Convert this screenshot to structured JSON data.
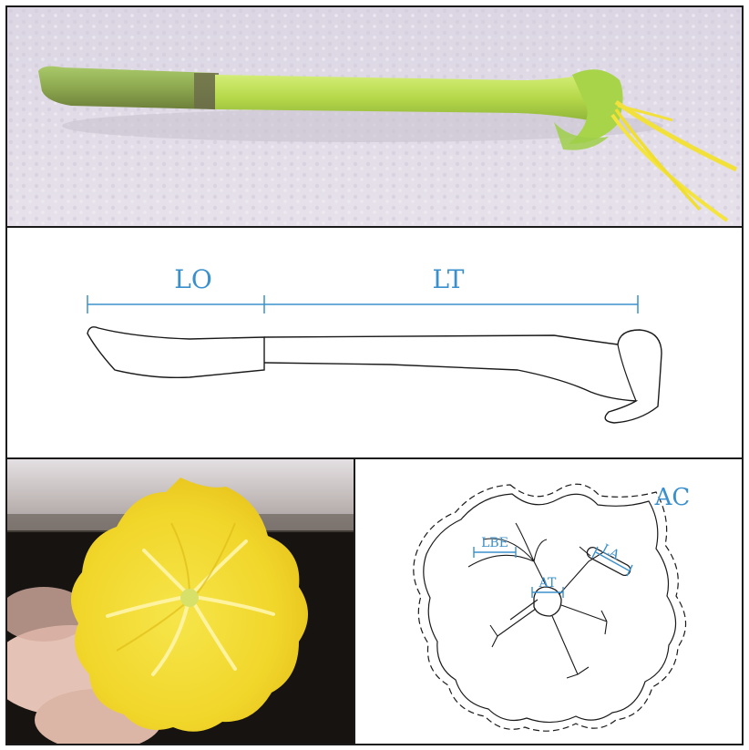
{
  "figure": {
    "top_panel": {
      "content": "photo of flower stalk with ovary and tube"
    },
    "middle_panel": {
      "labels": {
        "ovary_length": "LO",
        "tube_length": "LT"
      }
    },
    "bottom_left_panel": {
      "content": "photo of open yellow flower, top view"
    },
    "bottom_right_panel": {
      "labels": {
        "corolla": "AC",
        "petal_lobe": "LBE",
        "anther": "LA",
        "androecium": "AT"
      }
    }
  },
  "colors": {
    "accent": "#3a90cc",
    "outline": "#1a1a1a"
  }
}
